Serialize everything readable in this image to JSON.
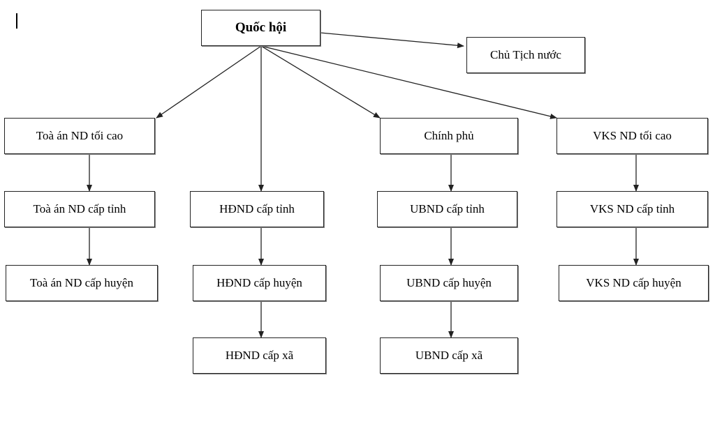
{
  "diagram": {
    "nodes": [
      {
        "id": "quoc-hoi",
        "label": "Quốc hội"
      },
      {
        "id": "chu-tich-nuoc",
        "label": "Chủ Tịch nước"
      },
      {
        "id": "toa-an-toi-cao",
        "label": "Toà án ND tối cao"
      },
      {
        "id": "chinh-phu",
        "label": "Chính phủ"
      },
      {
        "id": "vks-toi-cao",
        "label": "VKS ND tối cao"
      },
      {
        "id": "toa-an-tinh",
        "label": "Toà án ND cấp tỉnh"
      },
      {
        "id": "hdnd-tinh",
        "label": "HĐND cấp tỉnh"
      },
      {
        "id": "ubnd-tinh",
        "label": "UBND cấp tỉnh"
      },
      {
        "id": "vks-tinh",
        "label": "VKS ND cấp tỉnh"
      },
      {
        "id": "toa-an-huyen",
        "label": "Toà án ND cấp huyện"
      },
      {
        "id": "hdnd-huyen",
        "label": "HĐND cấp huyện"
      },
      {
        "id": "ubnd-huyen",
        "label": "UBND cấp huyện"
      },
      {
        "id": "vks-huyen",
        "label": "VKS ND cấp huyện"
      },
      {
        "id": "hdnd-xa",
        "label": "HĐND cấp xã"
      },
      {
        "id": "ubnd-xa",
        "label": "UBND cấp xã"
      }
    ],
    "edges": [
      {
        "from": "quoc-hoi",
        "to": "chu-tich-nuoc"
      },
      {
        "from": "quoc-hoi",
        "to": "toa-an-toi-cao"
      },
      {
        "from": "quoc-hoi",
        "to": "hdnd-tinh"
      },
      {
        "from": "quoc-hoi",
        "to": "chinh-phu"
      },
      {
        "from": "quoc-hoi",
        "to": "vks-toi-cao"
      },
      {
        "from": "toa-an-toi-cao",
        "to": "toa-an-tinh"
      },
      {
        "from": "toa-an-tinh",
        "to": "toa-an-huyen"
      },
      {
        "from": "hdnd-tinh",
        "to": "hdnd-huyen"
      },
      {
        "from": "hdnd-huyen",
        "to": "hdnd-xa"
      },
      {
        "from": "chinh-phu",
        "to": "ubnd-tinh"
      },
      {
        "from": "ubnd-tinh",
        "to": "ubnd-huyen"
      },
      {
        "from": "ubnd-huyen",
        "to": "ubnd-xa"
      },
      {
        "from": "vks-toi-cao",
        "to": "vks-tinh"
      },
      {
        "from": "vks-tinh",
        "to": "vks-huyen"
      }
    ]
  }
}
